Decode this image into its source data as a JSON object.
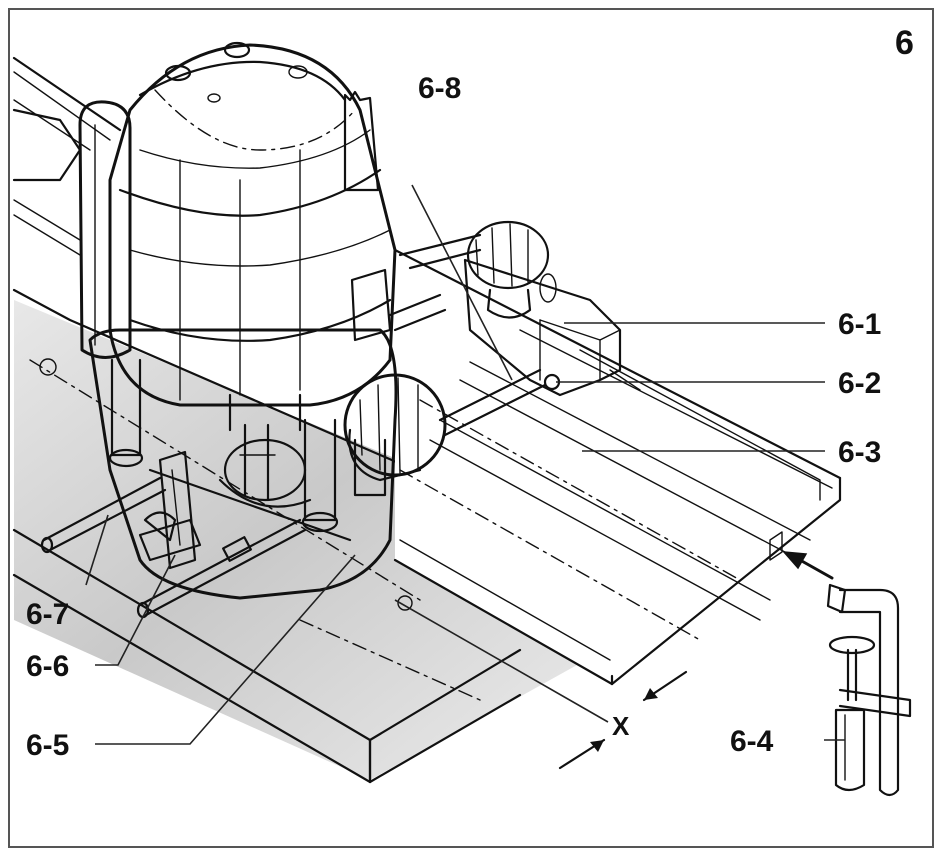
{
  "figure": {
    "number": "6",
    "labels": [
      "6-1",
      "6-2",
      "6-3",
      "6-4",
      "6-5",
      "6-6",
      "6-7",
      "6-8"
    ],
    "dimension": "X"
  },
  "colors": {
    "line": "#111111",
    "shade": "#cfcfcf",
    "background": "#ffffff"
  }
}
